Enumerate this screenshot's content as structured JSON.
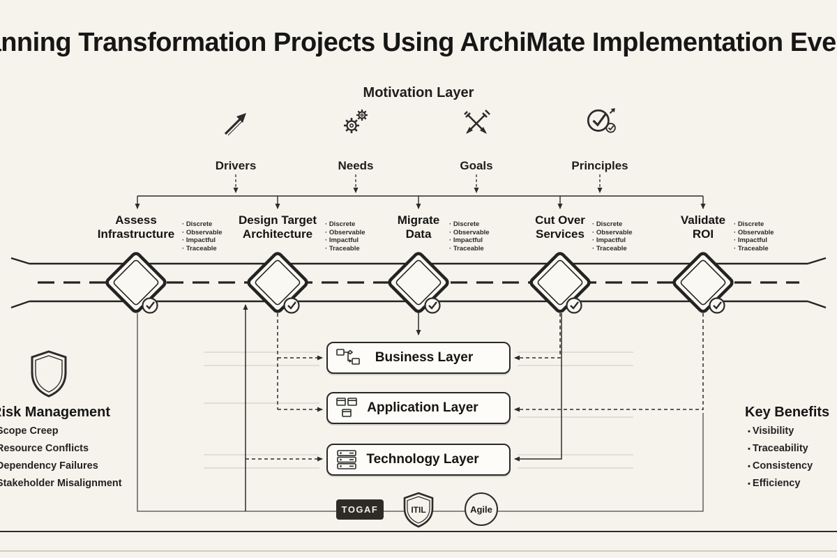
{
  "title": "Planning Transformation Projects Using ArchiMate Implementation Events",
  "motivation": {
    "heading": "Motivation Layer",
    "items": [
      {
        "label": "Drivers",
        "icon": "arrow-up-right-icon"
      },
      {
        "label": "Needs",
        "icon": "gears-icon"
      },
      {
        "label": "Goals",
        "icon": "crossed-darts-icon"
      },
      {
        "label": "Principles",
        "icon": "check-circle-icon"
      }
    ]
  },
  "timeline": {
    "event_attributes": [
      "Discrete",
      "Observable",
      "Impactful",
      "Traceable"
    ],
    "events": [
      {
        "title": "Assess Infrastructure"
      },
      {
        "title": "Design Target Architecture"
      },
      {
        "title": "Migrate Data"
      },
      {
        "title": "Cut Over Services"
      },
      {
        "title": "Validate ROI"
      }
    ]
  },
  "layers": [
    {
      "label": "Business Layer",
      "icon": "flowchart-icon"
    },
    {
      "label": "Application Layer",
      "icon": "windows-icon"
    },
    {
      "label": "Technology Layer",
      "icon": "server-stack-icon"
    }
  ],
  "risk_management": {
    "heading": "Risk Management",
    "items": [
      "Scope Creep",
      "Resource Conflicts",
      "Dependency Failures",
      "Stakeholder Misalignment"
    ]
  },
  "key_benefits": {
    "heading": "Key Benefits",
    "items": [
      "Visibility",
      "Traceability",
      "Consistency",
      "Efficiency"
    ]
  },
  "frameworks": [
    {
      "label": "TOGAF"
    },
    {
      "label": "ITIL"
    },
    {
      "label": "Agile"
    }
  ],
  "colors": {
    "ink": "#2b2b2b",
    "background": "#f6f3ec"
  }
}
